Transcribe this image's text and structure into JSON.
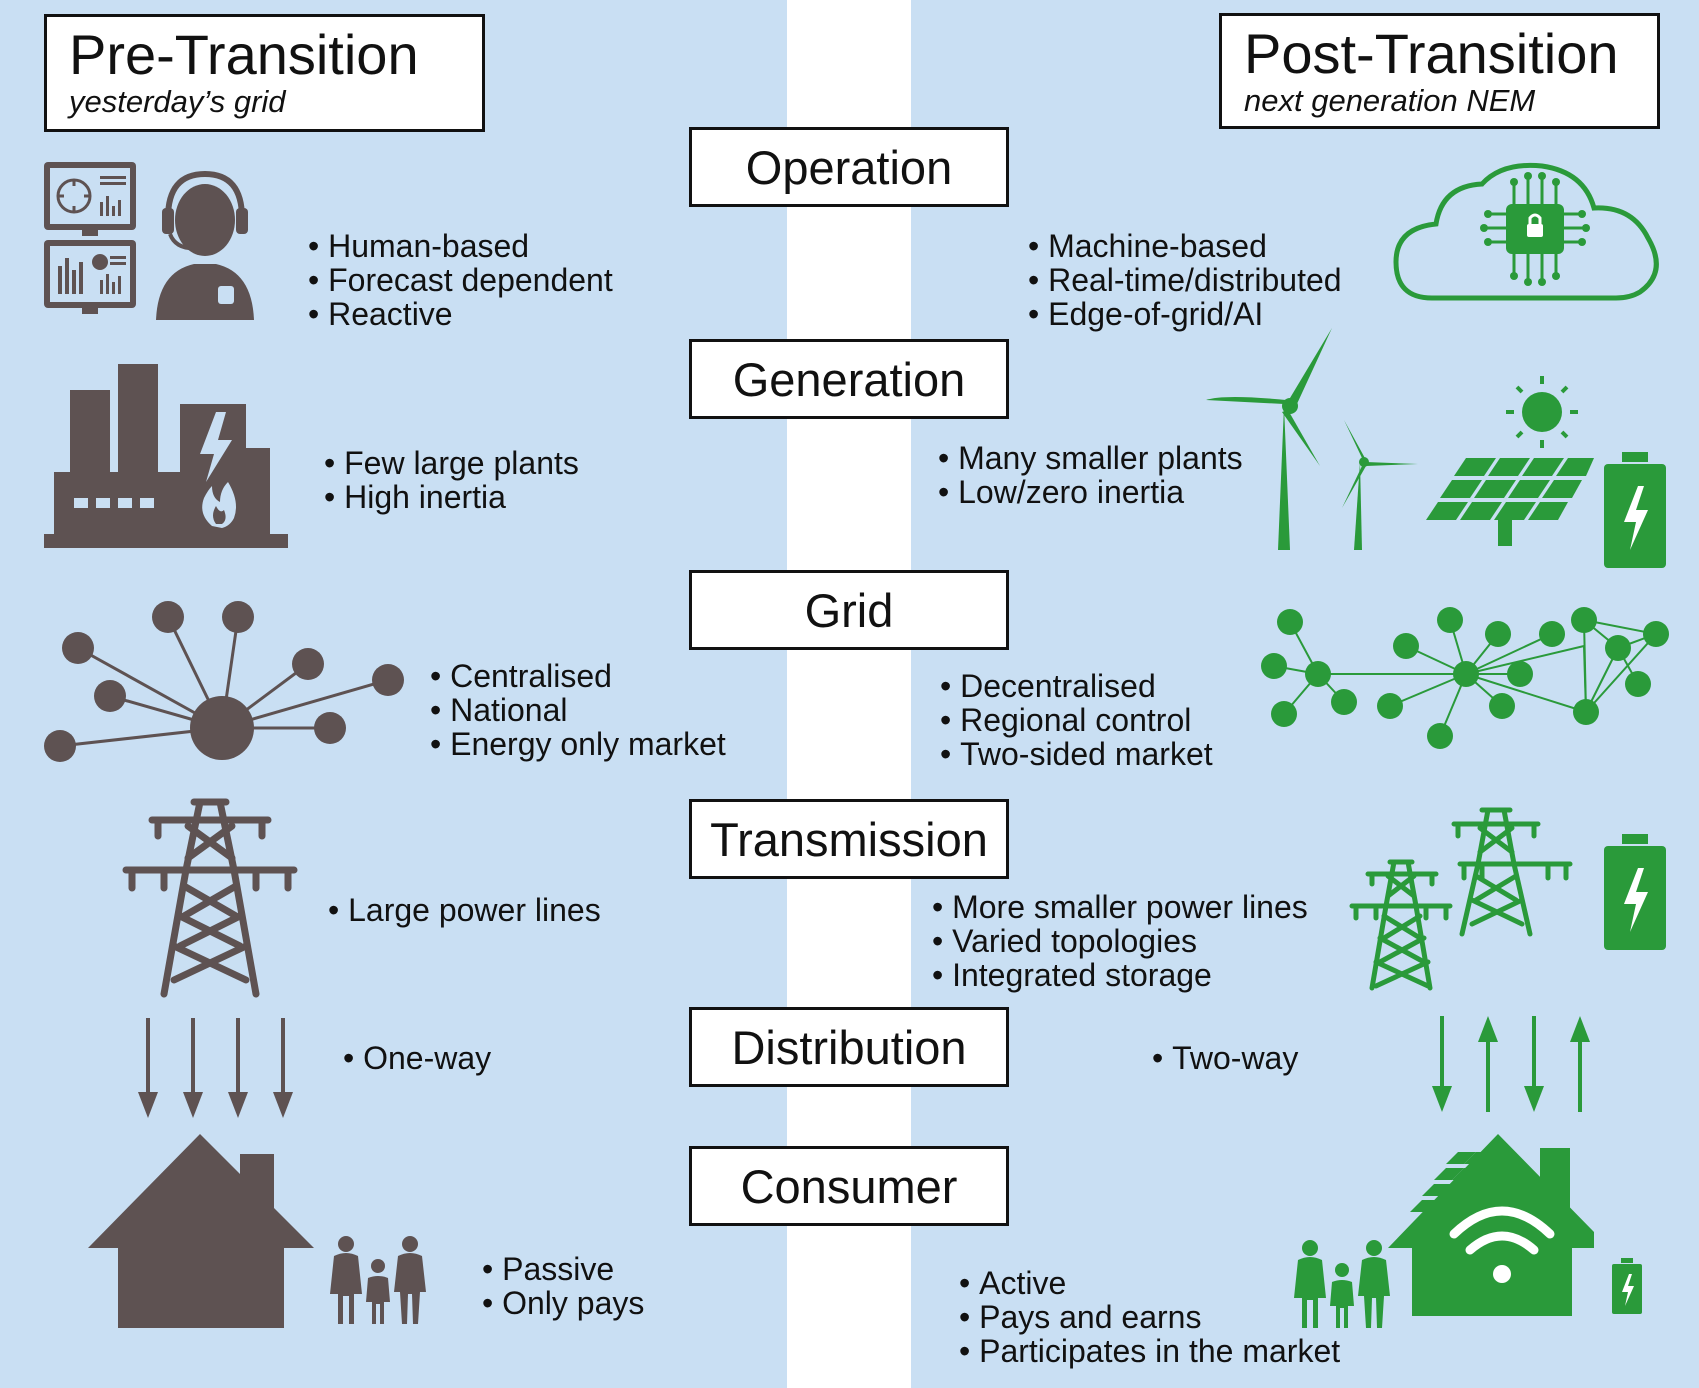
{
  "pre": {
    "title": "Pre-Transition",
    "subtitle": "yesterday’s grid"
  },
  "post": {
    "title": "Post-Transition",
    "subtitle": "next generation NEM"
  },
  "colors": {
    "background_panel": "#c9dff3",
    "pre_icon": "#5e5252",
    "post_icon": "#2a9a3a"
  },
  "rows": [
    {
      "label": "Operation",
      "pre": [
        "Human-based",
        "Forecast dependent",
        "Reactive"
      ],
      "post": [
        "Machine-based",
        "Real-time/distributed",
        "Edge-of-grid/AI"
      ],
      "pre_icons": [
        "monitor-dashboard-icon",
        "operator-headset-icon"
      ],
      "post_icons": [
        "cloud-ai-chip-icon"
      ]
    },
    {
      "label": "Generation",
      "pre": [
        "Few large plants",
        "High inertia"
      ],
      "post": [
        "Many smaller plants",
        "Low/zero inertia"
      ],
      "pre_icons": [
        "power-plant-icon"
      ],
      "post_icons": [
        "wind-turbine-icon",
        "solar-panel-icon",
        "battery-icon"
      ]
    },
    {
      "label": "Grid",
      "pre": [
        "Centralised",
        "National",
        "Energy only market"
      ],
      "post": [
        "Decentralised",
        "Regional control",
        "Two-sided market"
      ],
      "pre_icons": [
        "centralised-network-icon"
      ],
      "post_icons": [
        "decentralised-network-icon"
      ]
    },
    {
      "label": "Transmission",
      "pre": [
        "Large power lines"
      ],
      "post": [
        "More smaller power lines",
        "Varied topologies",
        "Integrated storage"
      ],
      "pre_icons": [
        "transmission-tower-icon"
      ],
      "post_icons": [
        "transmission-tower-icon",
        "battery-icon"
      ]
    },
    {
      "label": "Distribution",
      "pre": [
        "One-way"
      ],
      "post": [
        "Two-way"
      ],
      "pre_icons": [
        "down-arrows-icon"
      ],
      "post_icons": [
        "bidirectional-arrows-icon"
      ]
    },
    {
      "label": "Consumer",
      "pre": [
        "Passive",
        "Only pays"
      ],
      "post": [
        "Active",
        "Pays and earns",
        "Participates in the market"
      ],
      "pre_icons": [
        "house-icon",
        "family-icon"
      ],
      "post_icons": [
        "smart-solar-house-icon",
        "family-icon",
        "battery-icon"
      ]
    }
  ]
}
